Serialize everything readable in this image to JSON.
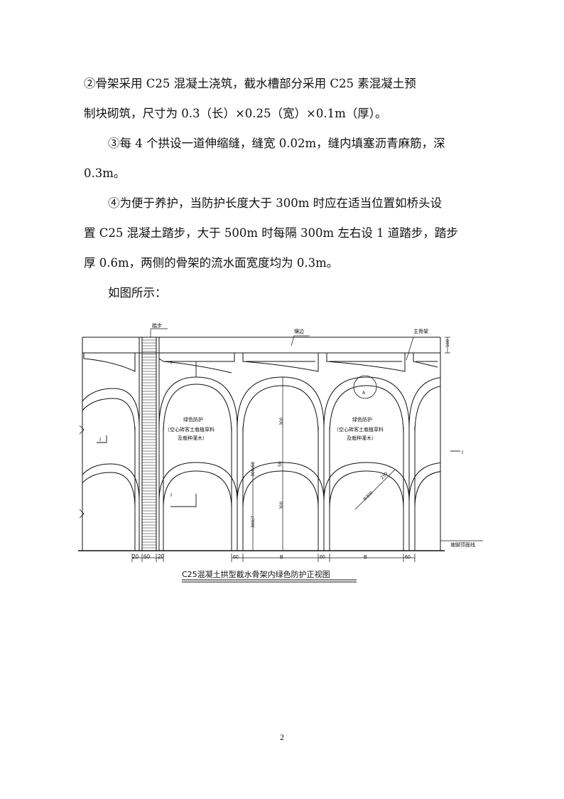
{
  "paragraphs": [
    "②骨架采用 C25 混凝土浇筑，截水槽部分采用 C25 素混凝土预",
    "制块砌筑，尺寸为 0.3（长）×0.25（宽）×0.1m（厚）。",
    "③每 4 个拱设一道伸缩缝，缝宽 0.02m，缝内填塞沥青麻筋，深",
    "0.3m。",
    "④为便于养护，当防护长度大于 300m 时应在适当位置如桥头设",
    "置 C25 混凝土踏步，大于 500m 时每隔 300m 左右设 1 道踏步，踏步",
    "厚 0.6m，两侧的骨架的流水面宽度均为 0.3m。",
    "如图所示："
  ],
  "drawing": {
    "labels": {
      "step": "踏步",
      "edge": "镶边",
      "main_frame": "主骨架",
      "dim_top": "100",
      "detail_a": "A",
      "green_1": "绿色防护",
      "green_2": "（空心砖客土栽植草料",
      "green_3": "及栽种灌木）",
      "section_1": "I",
      "section_2": "I",
      "section_3": "I",
      "section_4": "I",
      "dim_300_top": "300",
      "dim_50": "50",
      "dim_300_50": "300/50",
      "dim_300_bottom": "300",
      "dim_300_7": "300/7",
      "dim_radius": "R300",
      "dim_radius_small": "250",
      "slope_foot": "坡脚顶面线",
      "dim_20a": "20",
      "dim_60a": "60",
      "dim_20b": "20",
      "dim_60b": "60",
      "dim_b1": "B",
      "dim_60c": "60",
      "dim_b2": "B",
      "dim_60d": "60"
    },
    "caption": "C25混凝土拱型截水骨架内绿色防护正视图"
  },
  "page_number": "2"
}
